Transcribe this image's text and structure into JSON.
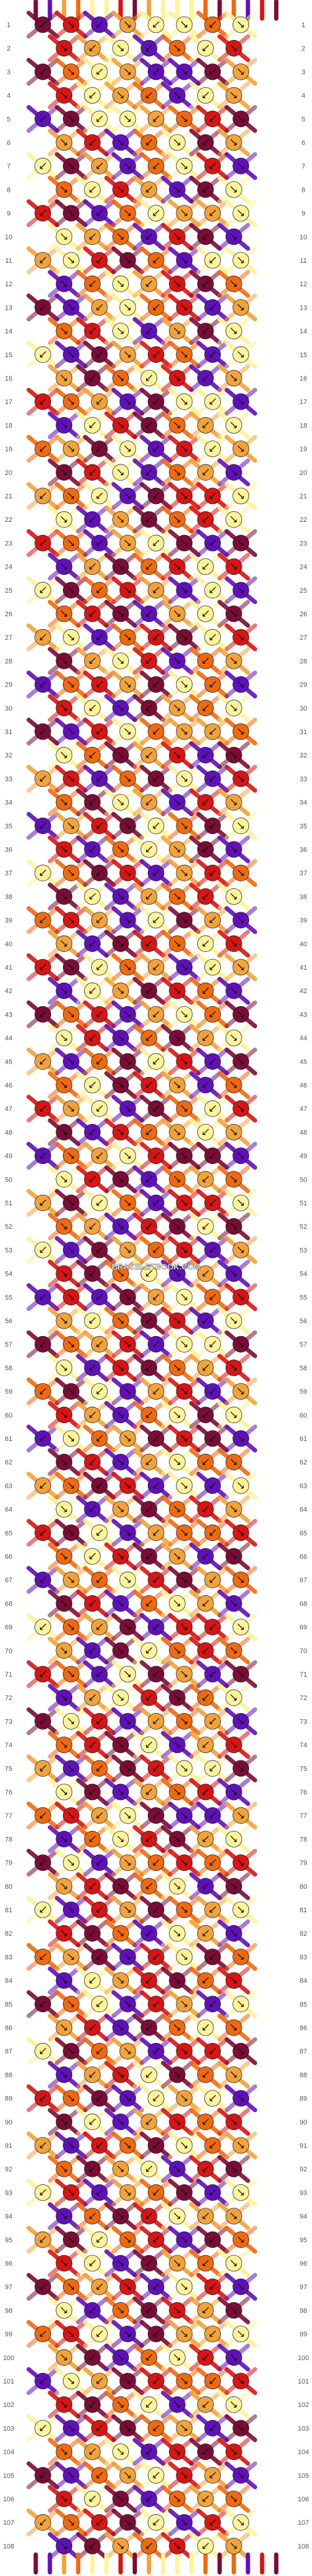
{
  "diagram": {
    "watermark": "BRACELETBOOK.COM",
    "rows": 108,
    "knots_per_pair_row": [
      8,
      7
    ],
    "palette": {
      "A": "#d61515",
      "B": "#f2a23c",
      "C": "#fdf39a",
      "D": "#ee6a12",
      "E": "#6010b8",
      "F": "#7a0c35"
    },
    "strand_top_colors": [
      "F",
      "E",
      "B",
      "D",
      "C",
      "C",
      "A",
      "F",
      "B",
      "C",
      "C",
      "C",
      "D",
      "F",
      "D",
      "E",
      "A",
      "F"
    ],
    "row_pattern": [
      "FAEBCCDC",
      "ABCEDCA",
      "FDCBEEFB",
      "ACBDECB",
      "EFCCBDAF",
      "BAEDCFB",
      "CFBEDCAE",
      "DCABEFC",
      "AFEDCBBC",
      "CBDEAFE",
      "BCAFDECC",
      "EDCBAFD",
      "FEBCDAEB",
      "DACEBFC",
      "CEFBADEC",
      "BFDCAEB",
      "ADBEFCCE",
      "ECAFDBC",
      "DBFCEACB",
      "FACEDBE",
      "BDCEFAAC",
      "CEBFDAC",
      "ADEBCFEF",
      "EBFDACA",
      "CFDABECE",
      "DAFEBCF",
      "BCEDAFCA",
      "FBCAEDB",
      "EDABFCDE",
      "ACEFBDC",
      "FEACDBBD",
      "CDFBAEF",
      "BAEDFCEA",
      "DFCBEAB",
      "EBAFCDFC",
      "AEDCBFE",
      "CDFAEBAD",
      "FCEBDAC",
      "DABECFBE",
      "BEFADCA",
      "AFCDBECB",
      "ECBFADE",
      "FDAEBCDF",
      "CAEDFBC",
      "BEDFCAEF",
      "DCFABED",
      "ABCEFDCA",
      "FEADBCB",
      "EDBCAFFE",
      "CAFEDBD",
      "BFCDEAAC",
      "DBEAFCF",
      "CEFBDAEB",
      "AFDCEBE",
      "EAEFBCDA",
      "BCDFAEC",
      "FDBAECCF",
      "CEAFDBA",
      "DFCEBAEB",
      "ABEDCFC",
      "ECDBFAFE",
      "FAEBCDD",
      "BDFAECEC",
      "CEBFDAB",
      "AFCEBDDA",
      "DCAFBEF",
      "EBDCAFBD",
      "FAEDCBE",
      "CDBFEAAC",
      "BEFCDAD",
      "ADECFBEF",
      "EBCAFDC",
      "FCAEBDBE",
      "DAFCEBA",
      "BEDFACCF",
      "CFEBDAE",
      "DABCFEEB",
      "EDCAFBC",
      "FCEBDADA",
      "BAFDCEF",
      "CEABFDBC",
      "AFDECBE",
      "DBFEACFD",
      "ECBAFDA",
      "FDCEABEC",
      "BAEFDCD",
      "CFDBEAAF",
      "EBACFDB",
      "ADFECBCE",
      "FCEBADA",
      "BEADFCDB",
      "DFBCEAF",
      "CAEBDFEC",
      "EDFACBB",
      "BFCDAEFD",
      "ACEFBDC",
      "FDBAECAE",
      "CEDFABF",
      "DACEFBBC",
      "BFEDCAE",
      "ECBFADDA",
      "AFDCEBC",
      "CEAFDBEF",
      "DBCEAFA",
      "FEDBCABE",
      "ACFEDBD",
      "BDAFCEAC",
      "EFBDACB"
    ]
  }
}
